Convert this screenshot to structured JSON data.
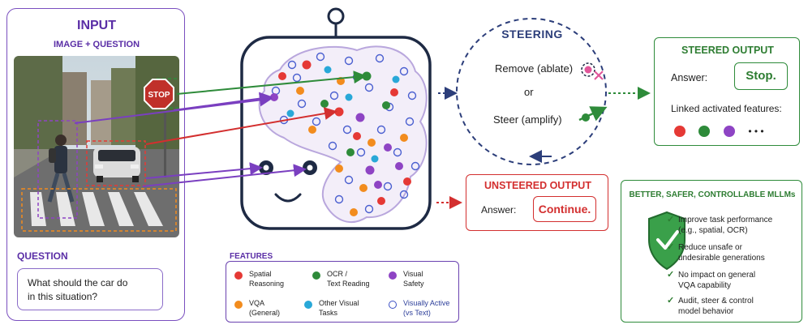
{
  "input": {
    "title": "INPUT",
    "subtitle": "IMAGE + QUESTION",
    "stop_sign": "STOP",
    "question_label": "QUESTION",
    "question_line1": "What should the car do",
    "question_line2": "in this situation?"
  },
  "steering": {
    "title": "STEERING",
    "remove": "Remove (ablate)",
    "or": "or",
    "steer": "Steer (amplify)"
  },
  "steered_output": {
    "title": "STEERED OUTPUT",
    "answer_label": "Answer:",
    "answer": "Stop.",
    "linked_label": "Linked activated features:",
    "ellipsis": "• • •"
  },
  "unsteered_output": {
    "title": "UNSTEERED OUTPUT",
    "answer_label": "Answer:",
    "answer": "Continue."
  },
  "benefits": {
    "title": "BETTER, SAFER, CONTROLLABLE MLLMs",
    "items": [
      {
        "line1": "Improve task performance",
        "line2": "(e.g., spatial, OCR)"
      },
      {
        "line1": "Reduce unsafe or",
        "line2": "undesirable generations"
      },
      {
        "line1": "No impact on general",
        "line2": "VQA capability"
      },
      {
        "line1": "Audit, steer & control",
        "line2": "model behavior"
      }
    ]
  },
  "features": {
    "label": "FEATURES",
    "items": [
      {
        "line1": "Spatial",
        "line2": "Reasoning",
        "color": "#e53935"
      },
      {
        "line1": "OCR /",
        "line2": "Text Reading",
        "color": "#2e8b3a"
      },
      {
        "line1": "Visual",
        "line2": "Safety",
        "color": "#8e44c4"
      },
      {
        "line1": "VQA",
        "line2": "(General)",
        "color": "#f28c1e"
      },
      {
        "line1": "Other Visual",
        "line2": "Tasks",
        "color": "#29a8d8"
      },
      {
        "line1": "Visually Active",
        "line2": "(vs Text)",
        "color": "#3b4fc4"
      }
    ]
  },
  "colors": {
    "purple": "#5a2ea6",
    "green": "#2e7d32",
    "red": "#d32f2f",
    "navy": "#2c3e7a"
  }
}
